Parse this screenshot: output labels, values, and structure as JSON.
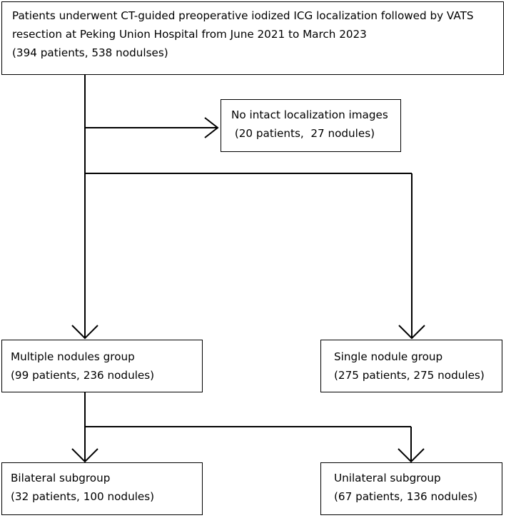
{
  "flowchart": {
    "top_box": {
      "lines": [
        "Patients underwent CT-guided preoperative iodized ICG localization followed by VATS",
        "resection at Peking Union Hospital from June 2021 to March 2023",
        "(394 patients, 538 nodulses)"
      ]
    },
    "exclusion_box": {
      "lines": [
        "No intact localization images",
        " (20 patients,  27 nodules)"
      ]
    },
    "multiple_box": {
      "lines": [
        "Multiple nodules group",
        "(99 patients, 236 nodules)"
      ]
    },
    "single_box": {
      "lines": [
        "Single nodule group",
        "(275 patients, 275 nodules)"
      ]
    },
    "bilateral_box": {
      "lines": [
        "Bilateral subgroup",
        "(32 patients, 100 nodules)"
      ]
    },
    "unilateral_box": {
      "lines": [
        "Unilateral subgroup",
        "(67 patients, 136 nodules)"
      ]
    }
  }
}
